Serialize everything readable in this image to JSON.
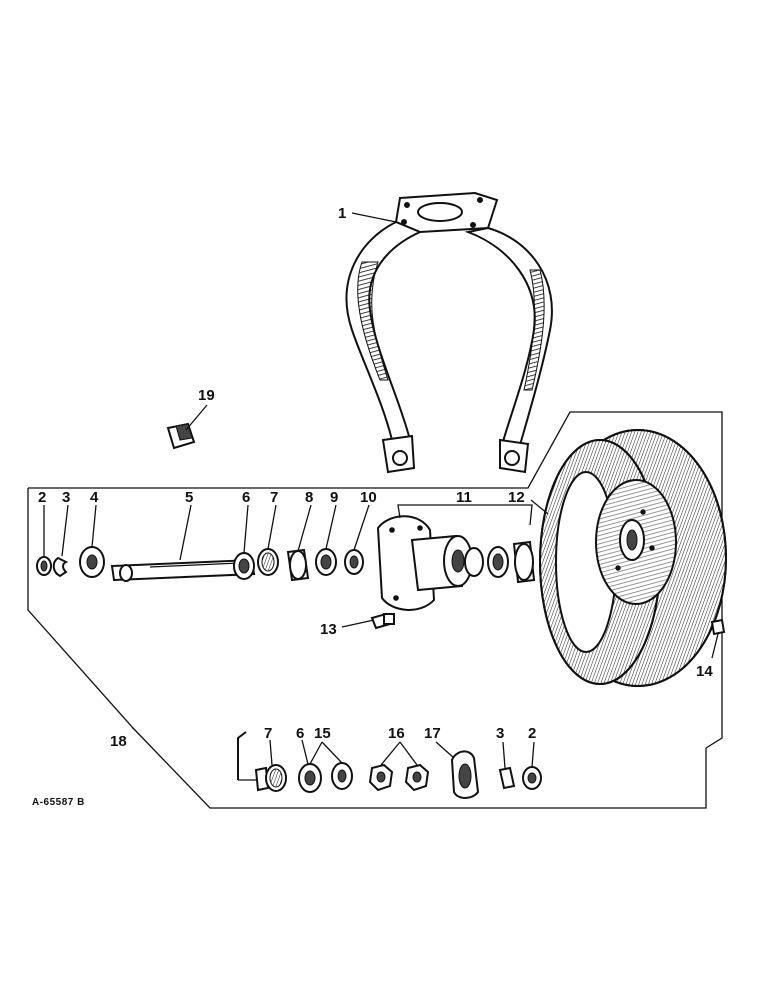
{
  "diagram": {
    "reference_code": "A-65587 B",
    "callouts": [
      {
        "id": "c1",
        "label": "1"
      },
      {
        "id": "c2a",
        "label": "2"
      },
      {
        "id": "c3a",
        "label": "3"
      },
      {
        "id": "c4",
        "label": "4"
      },
      {
        "id": "c5",
        "label": "5"
      },
      {
        "id": "c6a",
        "label": "6"
      },
      {
        "id": "c7a",
        "label": "7"
      },
      {
        "id": "c8",
        "label": "8"
      },
      {
        "id": "c9",
        "label": "9"
      },
      {
        "id": "c10",
        "label": "10"
      },
      {
        "id": "c11",
        "label": "11"
      },
      {
        "id": "c12",
        "label": "12"
      },
      {
        "id": "c13",
        "label": "13"
      },
      {
        "id": "c14",
        "label": "14"
      },
      {
        "id": "c15",
        "label": "15"
      },
      {
        "id": "c16",
        "label": "16"
      },
      {
        "id": "c17",
        "label": "17"
      },
      {
        "id": "c18",
        "label": "18"
      },
      {
        "id": "c19",
        "label": "19"
      },
      {
        "id": "c7b",
        "label": "7"
      },
      {
        "id": "c6b",
        "label": "6"
      },
      {
        "id": "c3b",
        "label": "3"
      },
      {
        "id": "c2b",
        "label": "2"
      }
    ]
  }
}
